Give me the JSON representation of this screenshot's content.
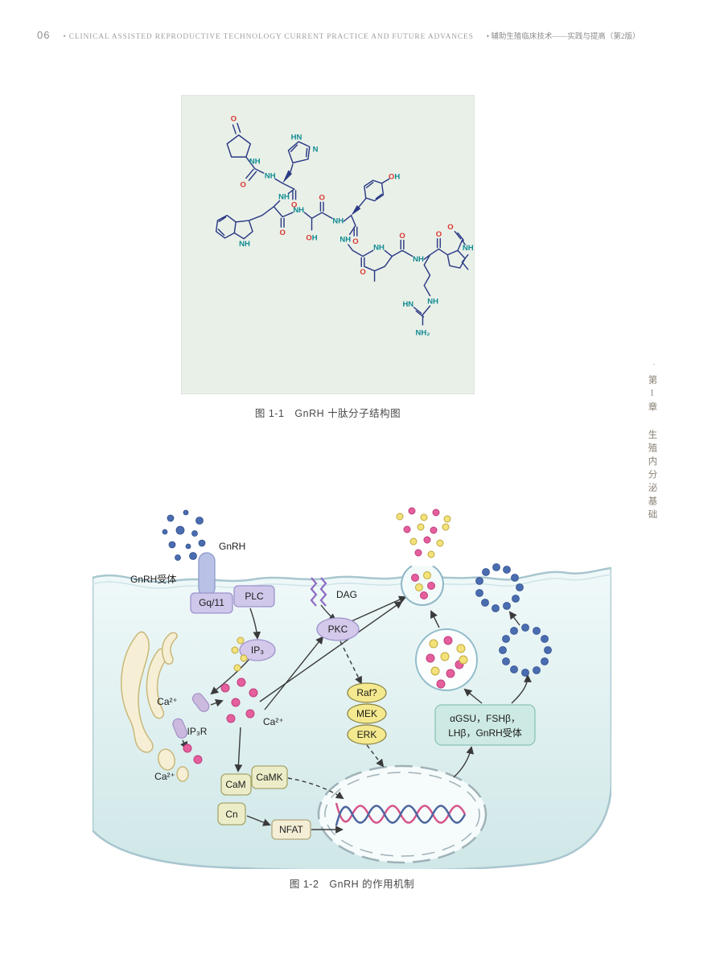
{
  "header": {
    "page_number": "06",
    "title_en": "• CLINICAL ASSISTED REPRODUCTIVE TECHNOLOGY CURRENT PRACTICE AND FUTURE ADVANCES",
    "title_zh": "• 辅助生殖临床技术——实践与提高（第2版）"
  },
  "sidebar": {
    "marker": "·",
    "chapter": "第1章",
    "section": "生殖内分泌基础"
  },
  "figure1": {
    "caption": "图 1-1　GnRH 十肽分子结构图",
    "atoms": {
      "o1": "O",
      "o2": "O",
      "o3": "O",
      "o4": "O",
      "o6": "O",
      "o8": "O",
      "o9": "O",
      "o10": "O",
      "o11": "O",
      "o12": "O",
      "ring_nh": "NH",
      "nh1": "NH",
      "his_hn": "HN",
      "his_n": "N",
      "nh5": "NH",
      "trp_nh": "NH",
      "nh7": "NH",
      "ser_o": "O",
      "ser_h": "H",
      "tyr_o": "O",
      "tyr_h": "H",
      "nh8": "NH",
      "nh9": "NH",
      "nh10": "NH",
      "nh11": "NH",
      "arg_nh": "NH",
      "arg_hn": "HN",
      "arg_nh2": "NH₂",
      "term_nh": "NH"
    }
  },
  "figure2": {
    "caption": "图 1-2　GnRH 的作用机制",
    "labels": {
      "gnrh": "GnRH",
      "receptor": "GnRH受体",
      "gq11": "Gq/11",
      "plc": "PLC",
      "dag": "DAG",
      "pkc": "PKC",
      "ip3": "IP₃",
      "ip3r": "IP₃R",
      "ca_er": "Ca²⁺",
      "ca_cyto": "Ca²⁺",
      "ca_bottom": "Ca²⁺",
      "raf": "Raf?",
      "mek": "MEK",
      "erk": "ERK",
      "cam": "CaM",
      "camk": "CaMK",
      "cn": "Cn",
      "nfat": "NFAT",
      "horm_line1": "αGSU，FSHβ，",
      "horm_line2": "LHβ，GnRH受体"
    }
  }
}
